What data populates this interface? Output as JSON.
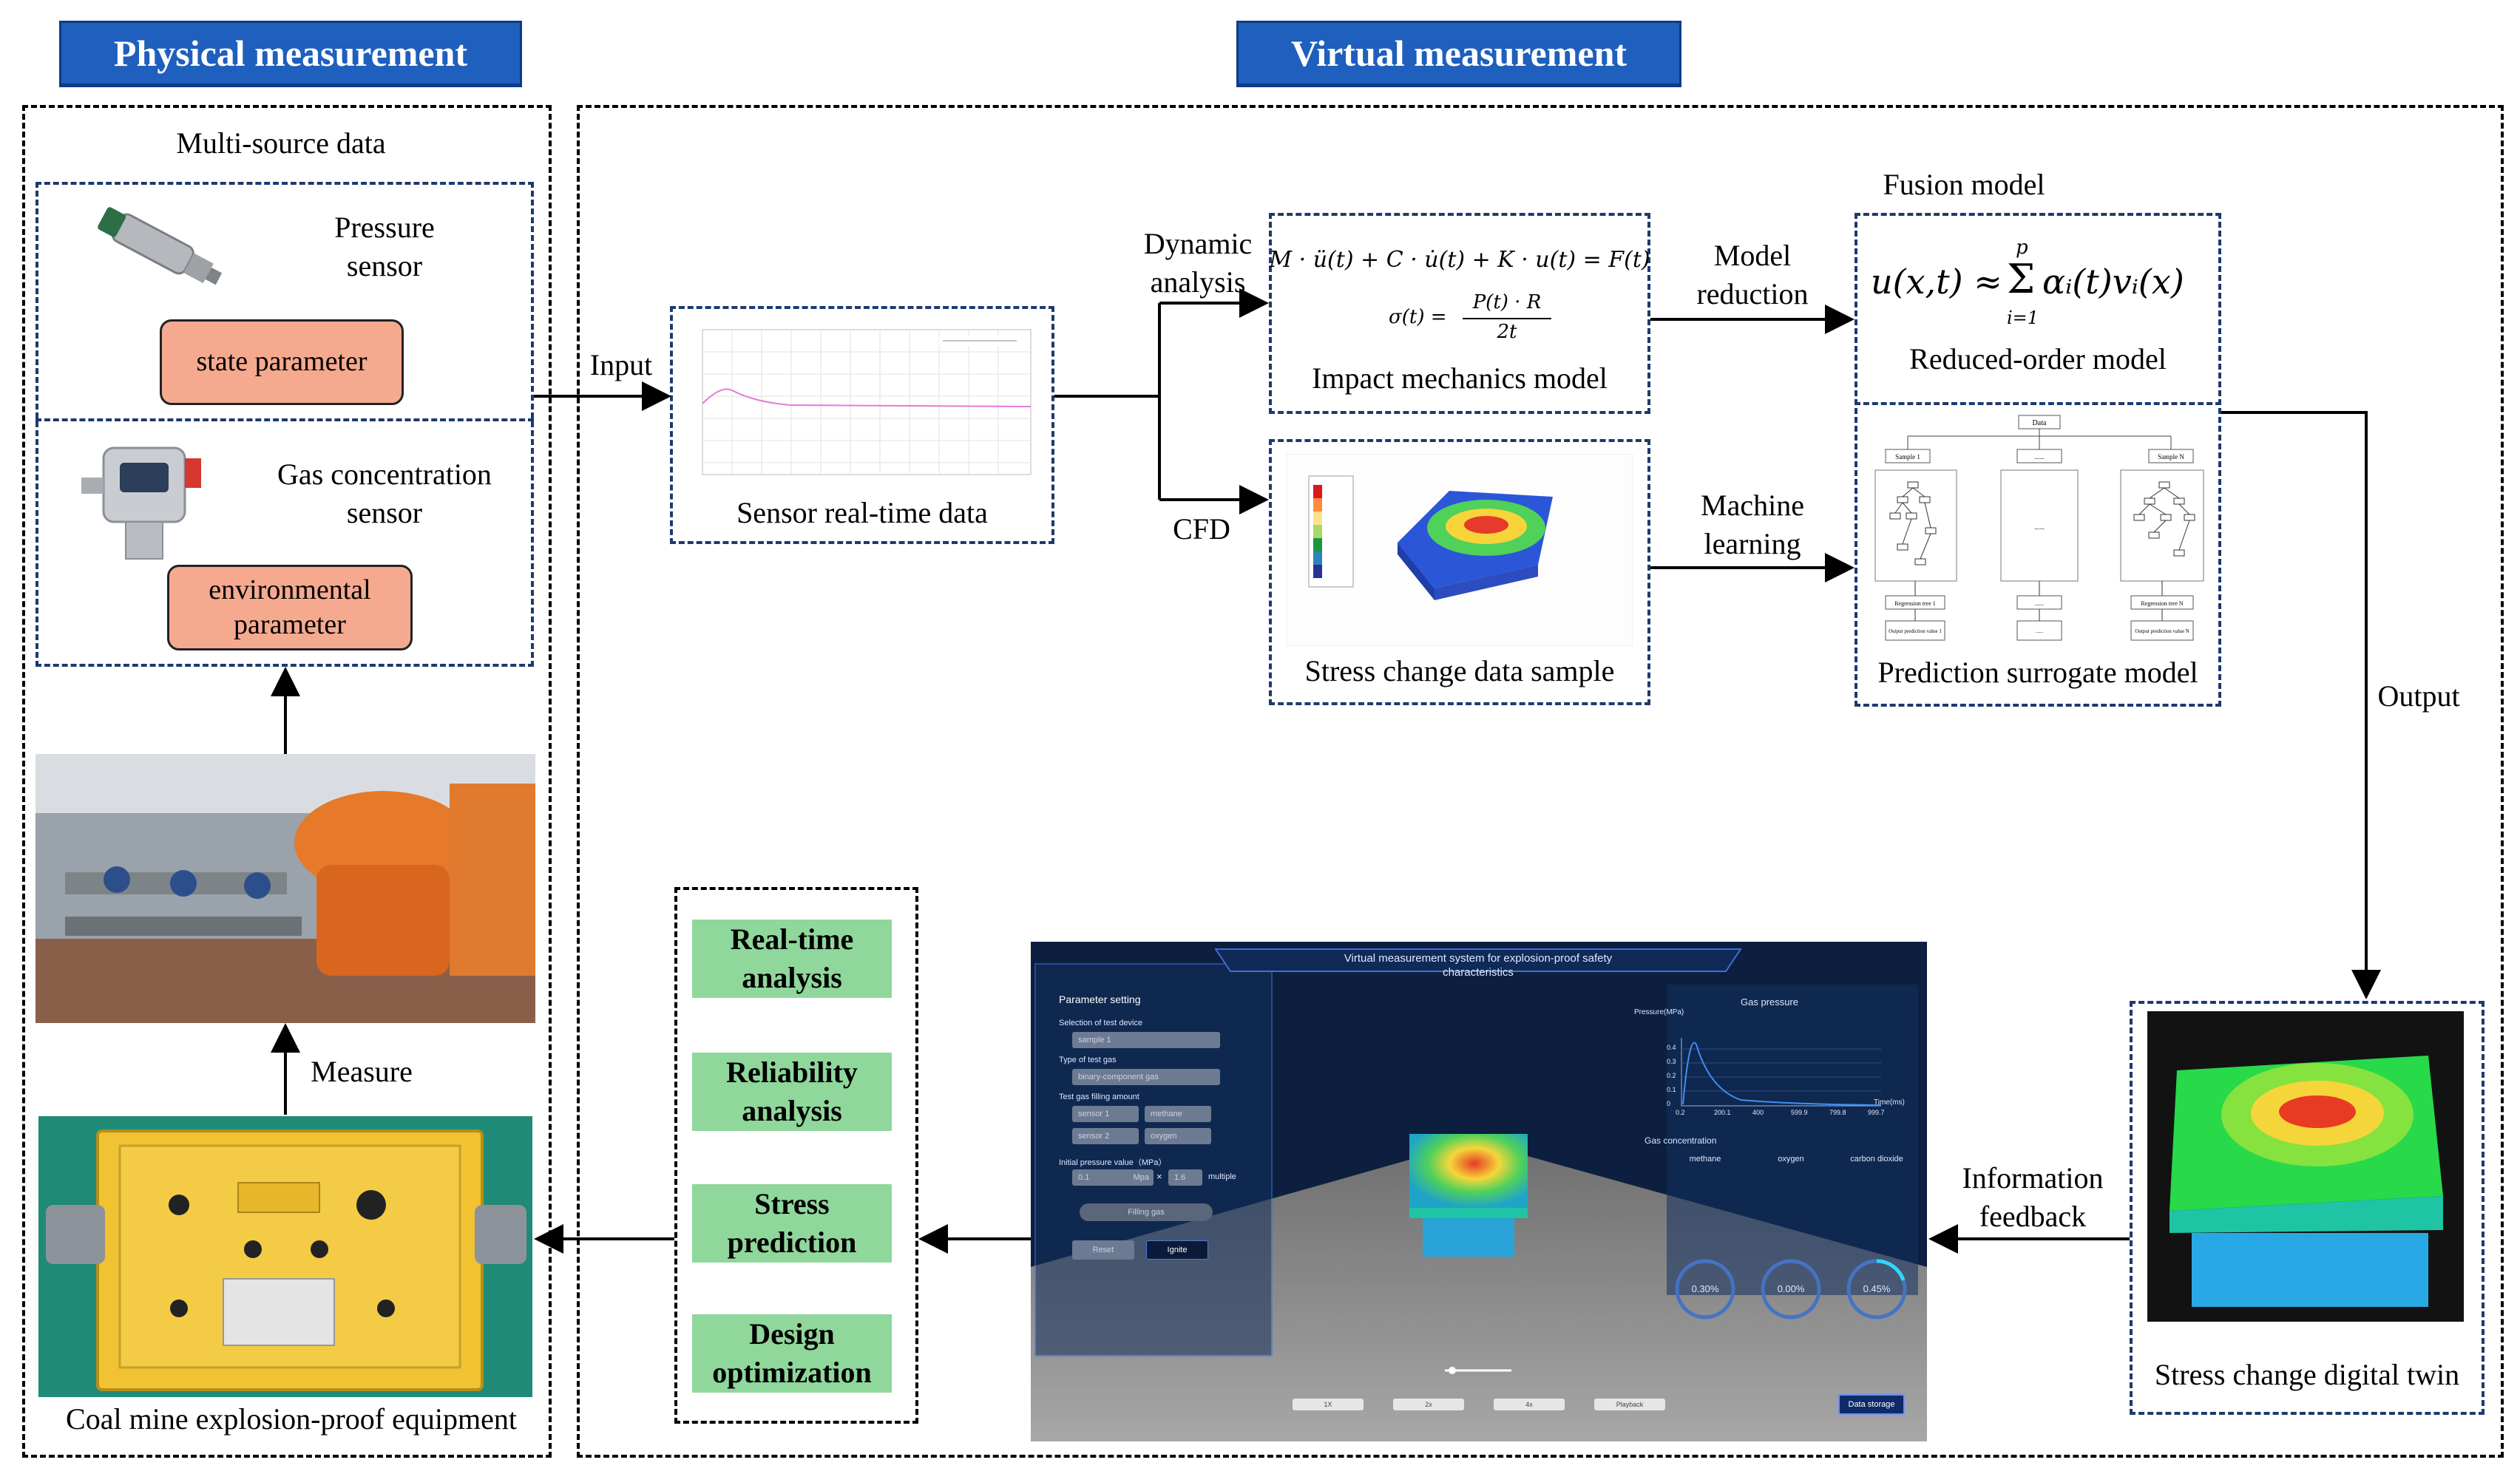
{
  "headers": {
    "physical": "Physical measurement",
    "virtual": "Virtual measurement"
  },
  "physical": {
    "multi_source": "Multi-source data",
    "pressure_sensor": "Pressure sensor",
    "state_parameter": "state parameter",
    "gas_sensor": "Gas concentration sensor",
    "env_parameter": "environmental parameter",
    "measure": "Measure",
    "equipment": "Coal mine explosion-proof equipment"
  },
  "flow": {
    "input": "Input",
    "sensor_data": "Sensor real-time data",
    "dynamic_analysis": "Dynamic analysis",
    "cfd": "CFD",
    "model_reduction": "Model reduction",
    "machine_learning": "Machine learning",
    "fusion_model": "Fusion model",
    "impact_model": "Impact mechanics model",
    "stress_sample": "Stress change data sample",
    "reduced_model": "Reduced-order model",
    "surrogate_model": "Prediction surrogate model",
    "output": "Output",
    "digital_twin": "Stress change digital twin",
    "info_feedback": "Information feedback"
  },
  "equations": {
    "eq1": "M · ü(t) + C · u̇(t) + K · u(t) = F(t)",
    "eq2_lhs": "σ(t) =",
    "eq2_num": "P(t) · R",
    "eq2_den": "2t",
    "fusion_lhs": "u(x,t) ≈",
    "fusion_sum": "Σ",
    "fusion_sup": "p",
    "fusion_sub": "i=1",
    "fusion_rhs": "αᵢ(t)vᵢ(x)"
  },
  "applications": [
    "Real-time analysis",
    "Reliability analysis",
    "Stress prediction",
    "Design optimization"
  ],
  "tree": {
    "root": "Data",
    "sample1": "Sample 1",
    "sampleN": "Sample N",
    "dots": "......",
    "reg1": "Regression tree 1",
    "regN": "Regression tree N",
    "out1": "Output prediction value 1",
    "outN": "Output prediction value N"
  },
  "ui": {
    "title": "Virtual measurement system for explosion-proof safety characteristics",
    "param_setting": "Parameter setting",
    "select_device": "Selection of test device",
    "device_value": "sample 1",
    "gas_type": "Type of test gas",
    "gas_type_value": "binary-component gas",
    "filling_amount": "Test gas filling amount",
    "sensor1": "sensor 1",
    "methane": "methane",
    "sensor2": "sensor 2",
    "oxygen": "oxygen",
    "initial_pressure": "Initial pressure value（MPa）",
    "pressure_value": "0.1",
    "pressure_unit": "Mpa",
    "times": "×",
    "multiple_value": "1.6",
    "multiple": "multiple",
    "filling_gas": "Filling gas",
    "reset": "Reset",
    "ignite": "Ignite",
    "gas_pressure": "Gas pressure",
    "y_label": "Pressure(MPa)",
    "x_label": "Time(ms)",
    "gas_concentration": "Gas concentration",
    "conc_methane": "methane",
    "conc_oxygen": "oxygen",
    "conc_co2": "carbon dioxide",
    "methane_value": "0.30%",
    "oxygen_value": "0.00%",
    "co2_value": "0.45%",
    "data_storage": "Data storage",
    "bottom_buttons": [
      "1X",
      "2x",
      "4x",
      "Playback"
    ],
    "y_ticks": [
      "0.4",
      "0.3",
      "0.2",
      "0.1",
      "0"
    ],
    "x_ticks": [
      "0.2",
      "200.1",
      "400",
      "599.9",
      "799.8",
      "999.7"
    ]
  },
  "colors": {
    "header_blue": "#1f5fbd",
    "pink": "#f5a98f",
    "green": "#8fd79b",
    "ui_dark": "#0d2244"
  }
}
